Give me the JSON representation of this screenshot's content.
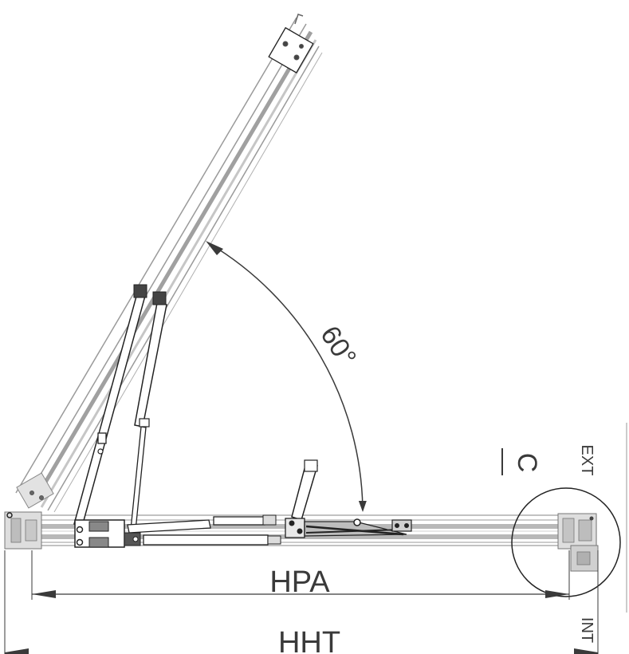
{
  "labels": {
    "angle": "60°",
    "detail_ref": "C",
    "exterior": "EXT",
    "interior": "INT",
    "dim_inner": "HPA",
    "dim_outer": "HHT"
  },
  "colors": {
    "line": "#3a3a3a",
    "frame_fill": "#b8b8b8",
    "frame_light": "#d9d9d9",
    "background": "#ffffff"
  },
  "opening_angle_degrees": 60
}
